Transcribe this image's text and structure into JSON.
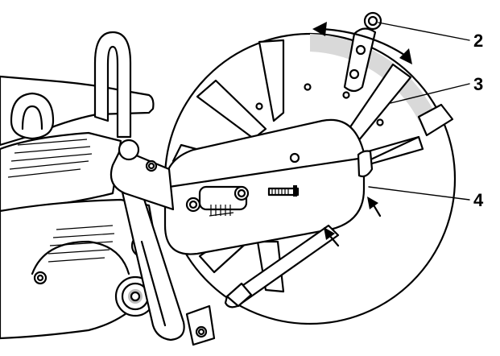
{
  "diagram": {
    "colors": {
      "ink": "#000000",
      "paper": "#ffffff",
      "shade": "#d9d9d9",
      "shade_dark": "#bdbdbd"
    },
    "callouts": [
      {
        "id": "callout-2",
        "label": "2"
      },
      {
        "id": "callout-3",
        "label": "3"
      },
      {
        "id": "callout-4",
        "label": "4"
      }
    ],
    "icons": [
      "rotation-arrow-icon",
      "push-arrow-icon",
      "push-arrow-icon"
    ]
  }
}
